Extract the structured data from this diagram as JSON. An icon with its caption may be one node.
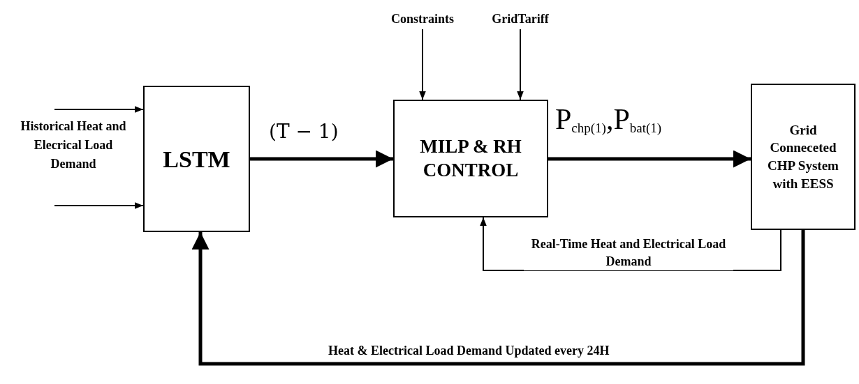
{
  "diagram": {
    "nodes": [
      {
        "text": [
          "LSTM"
        ]
      },
      {
        "text": [
          "MILP & RH CONTROL"
        ]
      },
      {
        "text": [
          "Grid Conneceted CHP System with EESS"
        ]
      },
      {
        "text": [
          "Constraints"
        ]
      },
      {
        "text": [
          "GridTariff"
        ]
      }
    ],
    "edges": [
      {
        "from": null,
        "to": 0,
        "arrow": "to"
      },
      {
        "from": null,
        "to": 0,
        "arrow": "to"
      },
      {
        "from": 3,
        "to": 1,
        "arrow": "to"
      },
      {
        "from": 4,
        "to": 1,
        "arrow": "to"
      },
      {
        "from": 0,
        "to": 1,
        "arrow": "to",
        "label": "(T − 1)",
        "style": "thick"
      },
      {
        "from": 1,
        "to": 2,
        "arrow": "to",
        "label": "P$_{chp(1)}$,P$_{bat(1)}$",
        "style": "thick"
      },
      {
        "from": 2,
        "to": 1,
        "arrow": "to",
        "label": "Real-Time Heat and Electrical Load Demand"
      },
      {
        "from": 2,
        "to": 0,
        "arrow": "to",
        "label": "Heat & Electrical Load Demand Updated every 24H",
        "style": "thick"
      }
    ],
    "labels": [
      "Historical Heat and Elecrical Load Demand"
    ]
  }
}
